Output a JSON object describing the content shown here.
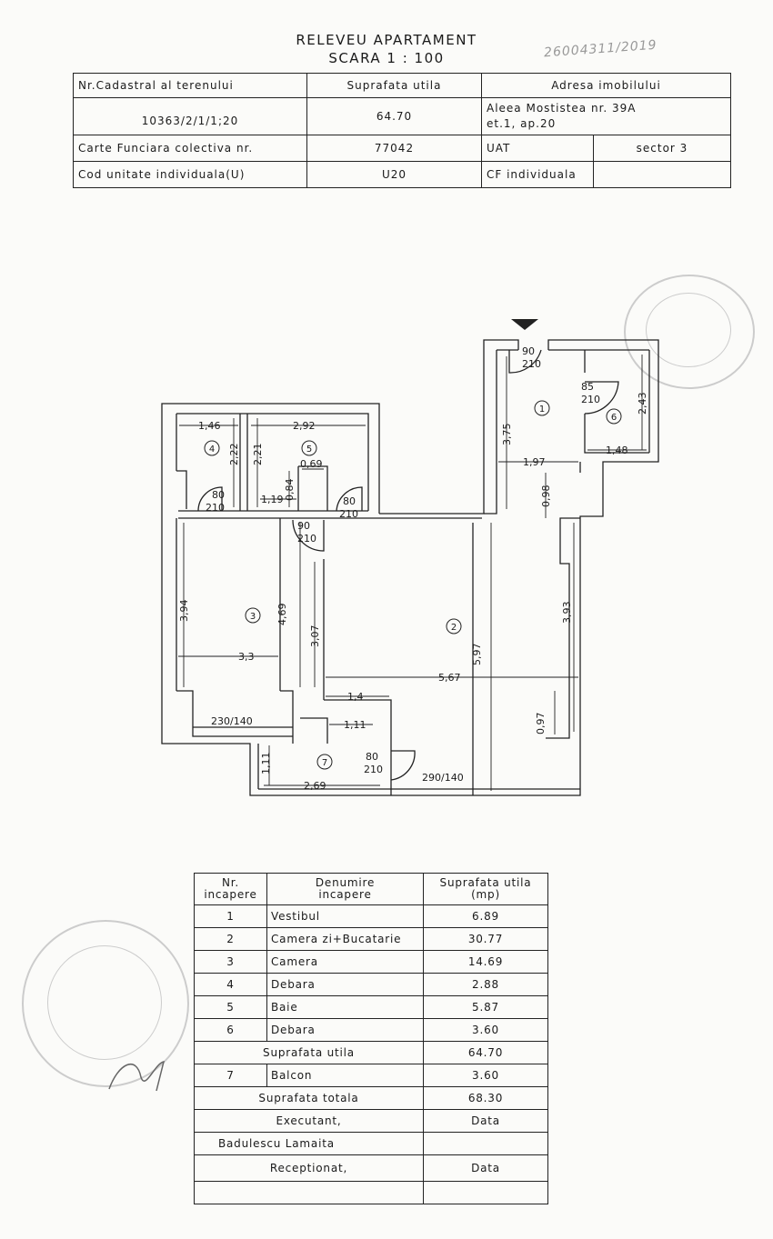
{
  "header": {
    "title_line1": "RELEVEU APARTAMENT",
    "title_line2": "SCARA 1 : 100",
    "handwritten_note": "26004311/2019"
  },
  "info_table": {
    "label_cadastral": "Nr.Cadastral al terenului",
    "label_surface": "Suprafata utila",
    "label_address": "Adresa imobilului",
    "cadastral_value": "10363/2/1/1;20",
    "surface_value": "64.70",
    "address_line1": "Aleea Mostistea  nr. 39A",
    "address_line2": "et.1, ap.20",
    "label_cf_collective": "Carte Funciara colectiva nr.",
    "cf_collective_value": "77042",
    "label_uat": "UAT",
    "uat_value": "sector 3",
    "label_unit_code": "Cod unitate individuala(U)",
    "unit_code_value": "U20",
    "label_cf_individual": "CF individuala",
    "cf_individual_value": ""
  },
  "plan": {
    "room_numbers": [
      "1",
      "2",
      "3",
      "4",
      "5",
      "6",
      "7"
    ],
    "dimensions": {
      "d146": "1,46",
      "d292": "2,92",
      "d222": "2,22",
      "d221": "2,21",
      "d069": "0,69",
      "d119": "1,19",
      "d084": "0,84",
      "d375": "3,75",
      "d197": "1,97",
      "d243": "2,43",
      "d148": "1,48",
      "d098": "0,98",
      "d394": "3,94",
      "d469": "4,69",
      "d307": "3,07",
      "d33": "3,3",
      "d597": "5,97",
      "d393": "3,93",
      "d567": "5,67",
      "d14": "1,4",
      "d111a": "1,11",
      "d111b": "1,11",
      "d097": "0,97",
      "d269": "2,69"
    },
    "doors": {
      "entrance_w": "90",
      "entrance_h": "210",
      "d6_w": "85",
      "d6_h": "210",
      "d4_w": "80",
      "d4_h": "210",
      "d5_w": "80",
      "d5_h": "210",
      "d3_w": "90",
      "d3_h": "210",
      "d7_w": "80",
      "d7_h": "210"
    },
    "windows": {
      "w3": "230/140",
      "w2": "290/140"
    }
  },
  "rooms_table": {
    "header_nr": [
      "Nr.",
      "incapere"
    ],
    "header_name": [
      "Denumire",
      "incapere"
    ],
    "header_area": [
      "Suprafata utila",
      "(mp)"
    ],
    "rows": [
      {
        "nr": "1",
        "name": "Vestibul",
        "area": "6.89"
      },
      {
        "nr": "2",
        "name": "Camera zi+Bucatarie",
        "area": "30.77"
      },
      {
        "nr": "3",
        "name": "Camera",
        "area": "14.69"
      },
      {
        "nr": "4",
        "name": "Debara",
        "area": "2.88"
      },
      {
        "nr": "5",
        "name": "Baie",
        "area": "5.87"
      },
      {
        "nr": "6",
        "name": "Debara",
        "area": "3.60"
      }
    ],
    "useful_label": "Suprafata utila",
    "useful_value": "64.70",
    "balcony": {
      "nr": "7",
      "name": "Balcon",
      "area": "3.60"
    },
    "total_label": "Suprafata totala",
    "total_value": "68.30",
    "executor_label": "Executant,",
    "date_label_1": "Data",
    "executor_name": "Badulescu Lamaita",
    "receiver_label": "Receptionat,",
    "date_label_2": "Data"
  },
  "colors": {
    "ink": "#1a1a1a",
    "stamp": "#c8c8c8"
  }
}
